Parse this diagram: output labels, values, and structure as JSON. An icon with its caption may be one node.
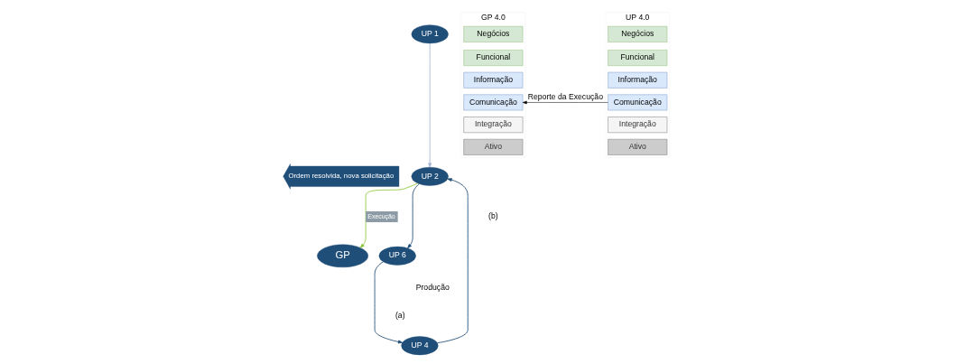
{
  "diagram": {
    "nodes": [
      {
        "text": [
          "Ordem resolvida, nova solicitação"
        ]
      },
      {
        "text": [
          "UP 1"
        ]
      },
      {
        "text": [
          "UP 2"
        ]
      },
      {
        "text": [
          "GP"
        ]
      },
      {
        "text": [
          "UP 6"
        ]
      },
      {
        "text": [
          "UP 4"
        ]
      },
      {
        "text": [
          "GP 4.0"
        ]
      },
      {
        "text": [
          "Negócios"
        ],
        "in": 6
      },
      {
        "text": [
          "Funcional"
        ],
        "in": 6
      },
      {
        "text": [
          "Informação"
        ],
        "in": 6
      },
      {
        "text": [
          "Comunicação"
        ],
        "in": 6
      },
      {
        "text": [
          "Integração"
        ],
        "in": 6
      },
      {
        "text": [
          "Ativo"
        ],
        "in": 6
      },
      {
        "text": [
          "UP 4.0"
        ]
      },
      {
        "text": [
          "Negócios"
        ],
        "in": 13
      },
      {
        "text": [
          "Funcional"
        ],
        "in": 13
      },
      {
        "text": [
          "Informação"
        ],
        "in": 13
      },
      {
        "text": [
          "Comunicação"
        ],
        "in": 13
      },
      {
        "text": [
          "Integração"
        ],
        "in": 13
      },
      {
        "text": [
          "Ativo"
        ],
        "in": 13
      }
    ],
    "edges": [
      {
        "from": 1,
        "to": 2,
        "arrow": "to",
        "color": "#a7b6d4"
      },
      {
        "from": 2,
        "to": 3,
        "arrow": "to",
        "label": "Execução",
        "color": "#8cc63f"
      },
      {
        "from": 2,
        "to": 4,
        "arrow": "to"
      },
      {
        "from": 4,
        "to": 5,
        "arrow": "to"
      },
      {
        "from": 5,
        "to": 2,
        "arrow": "to"
      },
      {
        "from": 17,
        "to": 10,
        "arrow": "to",
        "label": "Reporte da Execução",
        "color": "#000000"
      }
    ],
    "labels": [
      "Produção",
      "(a)",
      "(b)"
    ]
  }
}
